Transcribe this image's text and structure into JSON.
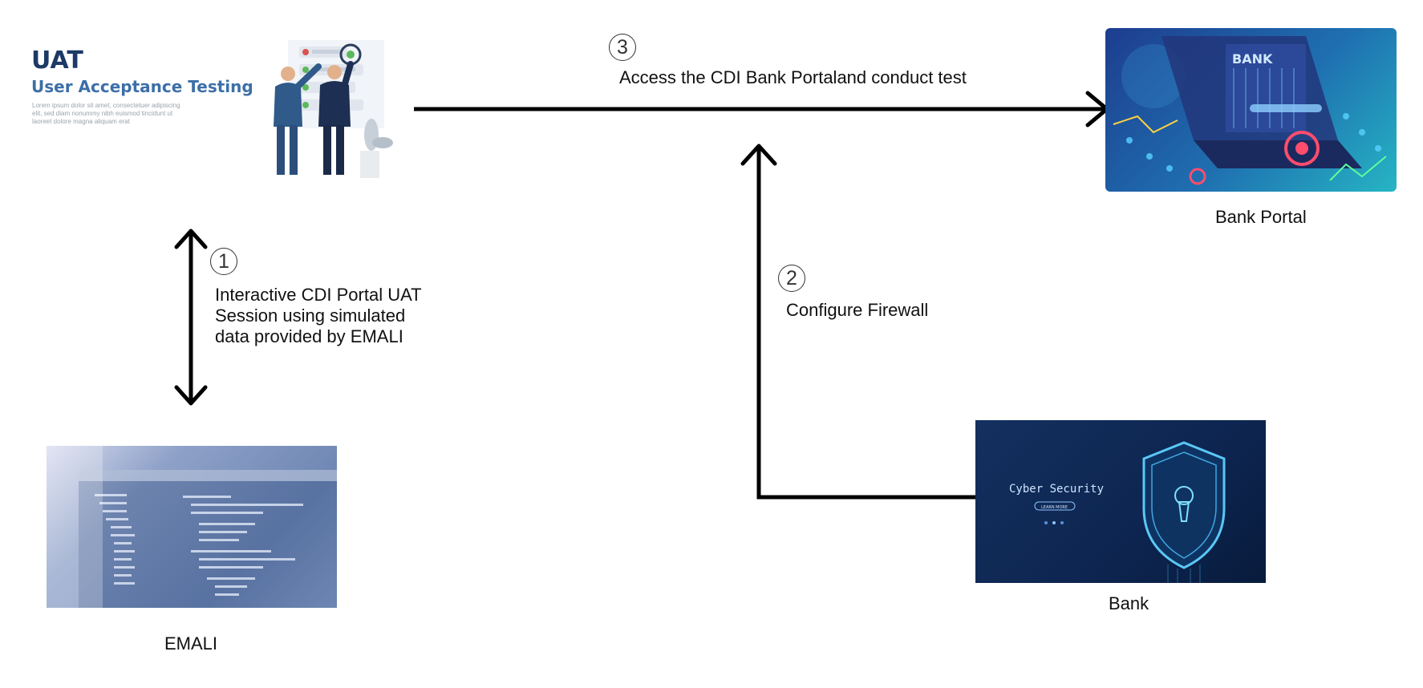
{
  "uat_card": {
    "title": "UAT",
    "subtitle": "User Acceptance Testing",
    "lorem_lines": [
      "Lorem ipsum dolor sit amet, consectetuer adipiscing",
      "elit, sed diam nonummy nibh euismod tincidunt ut",
      "laoreet dolore magna aliquam erat"
    ]
  },
  "steps": [
    {
      "number": "1",
      "text_lines": [
        "Interactive CDI Portal UAT",
        "Session using simulated",
        "data provided by EMALI"
      ]
    },
    {
      "number": "2",
      "text": "Configure Firewall"
    },
    {
      "number": "3",
      "text": "Access the CDI Bank Portaland conduct test"
    }
  ],
  "nodes": {
    "bank_portal": {
      "label": "Bank Portal",
      "sign": "BANK"
    },
    "emali": {
      "label": "EMALI"
    },
    "bank": {
      "label": "Bank",
      "screen_title": "Cyber Security",
      "screen_button": "LEARN MORE"
    }
  },
  "colors": {
    "arrow": "#000000",
    "uat_title": "#1d3a66",
    "uat_subtitle": "#3c6fa8",
    "portal_bg": "#1d3d8f",
    "bank_bg": "#0d2550",
    "emali_bg": "#6f87b4"
  }
}
